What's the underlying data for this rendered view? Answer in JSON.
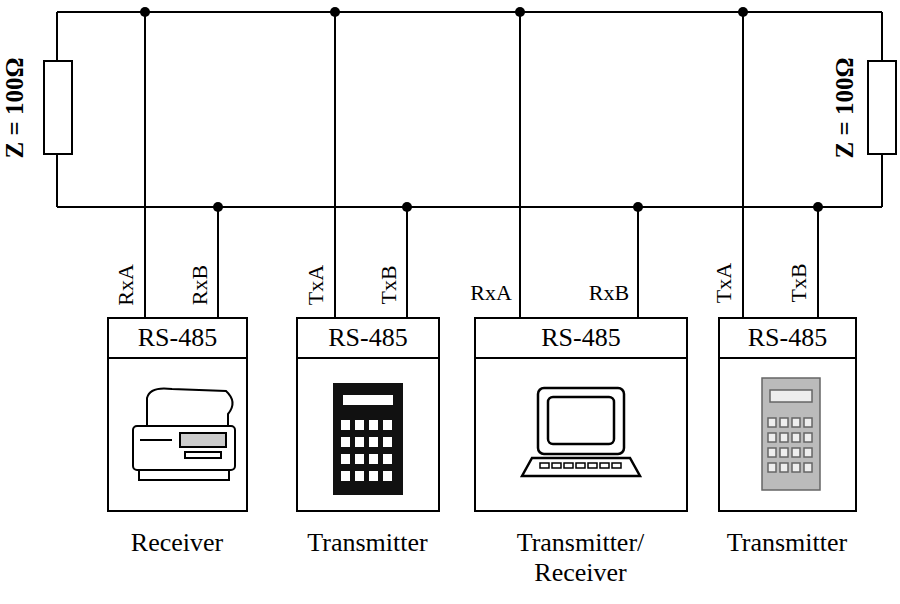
{
  "diagram": {
    "nodes": [
      {
        "text": [
          "Z = 100Ω"
        ]
      },
      {
        "text": [
          "RS-485",
          "Receiver"
        ]
      },
      {
        "text": [
          "RS-485",
          "Transmitter"
        ]
      },
      {
        "text": [
          "RS-485",
          "Transmitter/ Receiver"
        ]
      },
      {
        "text": [
          "RS-485",
          "Transmitter"
        ]
      },
      {
        "text": [
          "Z = 100Ω"
        ]
      }
    ],
    "labels": [
      "RxA",
      "RxB",
      "TxA",
      "TxB",
      "RxA",
      "RxB",
      "TxA",
      "TxB"
    ]
  }
}
